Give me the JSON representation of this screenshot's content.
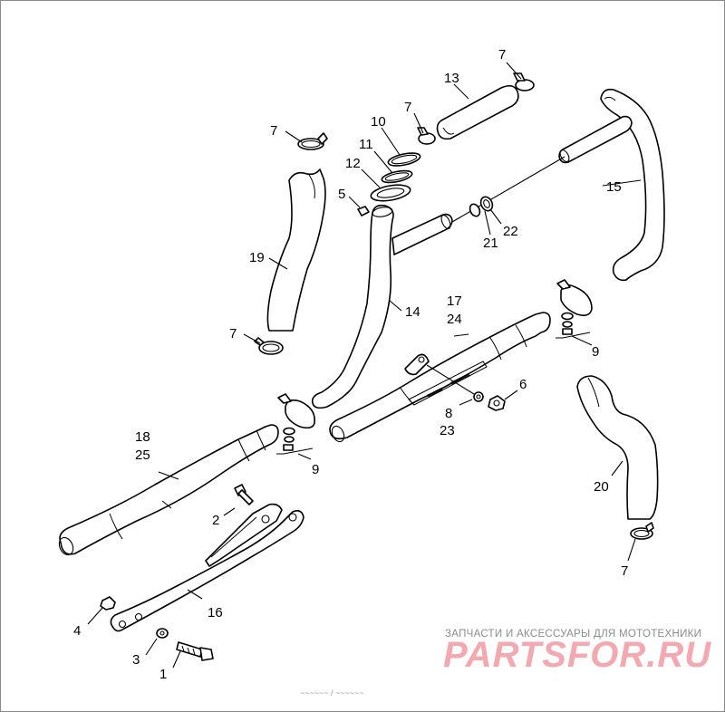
{
  "callouts": {
    "c1": "1",
    "c2": "2",
    "c3": "3",
    "c4": "4",
    "c5": "5",
    "c6": "6",
    "c7a": "7",
    "c7b": "7",
    "c7c": "7",
    "c7d": "7",
    "c7e": "7",
    "c8": "8",
    "c9a": "9",
    "c9b": "9",
    "c10": "10",
    "c11": "11",
    "c12": "12",
    "c13": "13",
    "c14": "14",
    "c15": "15",
    "c16": "16",
    "c17": "17",
    "c18": "18",
    "c19": "19",
    "c20": "20",
    "c21": "21",
    "c22": "22",
    "c23": "23",
    "c24": "24",
    "c25": "25"
  },
  "watermark": {
    "tagline": "ЗАПЧАСТИ И АКСЕССУАРЫ ДЛЯ МОТОТЕХНИКИ",
    "logo": "PARTSFOR.RU"
  },
  "figure_code": "~~~~~~ / ~~~~~~"
}
